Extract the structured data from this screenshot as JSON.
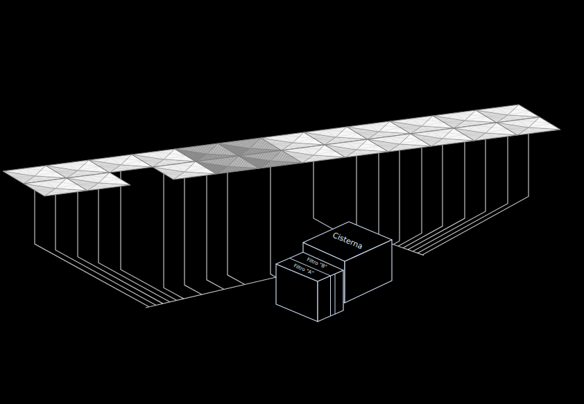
{
  "diagram": {
    "nodes": [
      {
        "text": [
          "Cisterna"
        ]
      },
      {
        "text": [
          "Filtro \"B\""
        ]
      },
      {
        "text": [
          "Filtro \"A\""
        ]
      }
    ]
  }
}
